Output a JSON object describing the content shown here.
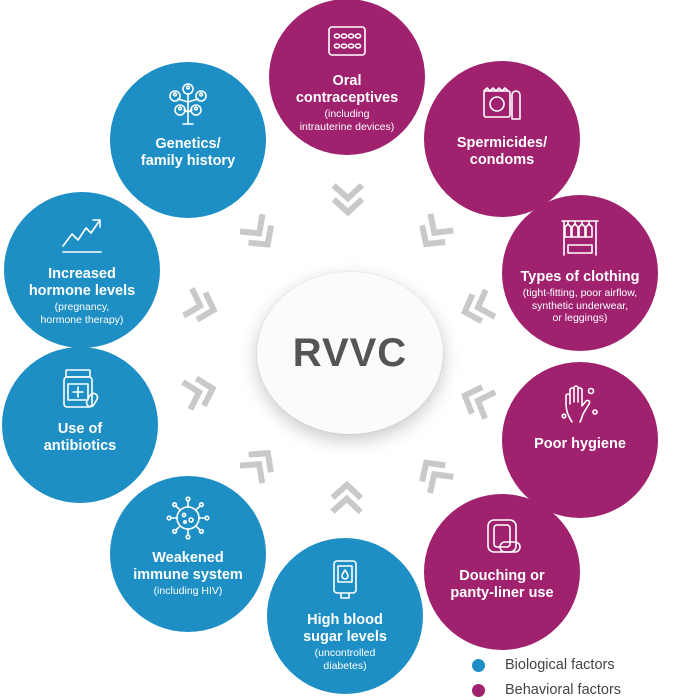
{
  "center_label": "RVVC",
  "colors": {
    "biological": "#1d8fc4",
    "behavioral": "#a0226f",
    "arrow": "#c9c9c9",
    "center_text": "#555555"
  },
  "factors": [
    {
      "id": "oral",
      "title": "Oral\ncontraceptives",
      "sub": "(including\nintrauterine devices)",
      "group": "behavioral",
      "icon": "pill-pack-icon"
    },
    {
      "id": "spermicides",
      "title": "Spermicides/\ncondoms",
      "sub": "",
      "group": "behavioral",
      "icon": "condom-icon"
    },
    {
      "id": "clothing",
      "title": "Types of clothing",
      "sub": "(tight-fitting, poor airflow,\nsynthetic underwear,\nor leggings)",
      "group": "behavioral",
      "icon": "clothes-rack-icon"
    },
    {
      "id": "hygiene",
      "title": "Poor hygiene",
      "sub": "",
      "group": "behavioral",
      "icon": "germ-hand-icon"
    },
    {
      "id": "douching",
      "title": "Douching or\npanty-liner use",
      "sub": "",
      "group": "behavioral",
      "icon": "panty-liner-icon"
    },
    {
      "id": "sugar",
      "title": "High blood\nsugar levels",
      "sub": "(uncontrolled\ndiabetes)",
      "group": "biological",
      "icon": "glucose-meter-icon"
    },
    {
      "id": "immune",
      "title": "Weakened\nimmune system",
      "sub": "(including HIV)",
      "group": "biological",
      "icon": "virus-icon"
    },
    {
      "id": "antibiotics",
      "title": "Use of\nantibiotics",
      "sub": "",
      "group": "biological",
      "icon": "medicine-bottle-icon"
    },
    {
      "id": "hormone",
      "title": "Increased\nhormone levels",
      "sub": "(pregnancy,\nhormone therapy)",
      "group": "biological",
      "icon": "trend-up-icon"
    },
    {
      "id": "genetics",
      "title": "Genetics/\nfamily history",
      "sub": "",
      "group": "biological",
      "icon": "family-tree-icon"
    }
  ],
  "legend": [
    {
      "label": "Biological factors",
      "color": "#1d8fc4"
    },
    {
      "label": "Behavioral factors",
      "color": "#a0226f"
    }
  ]
}
